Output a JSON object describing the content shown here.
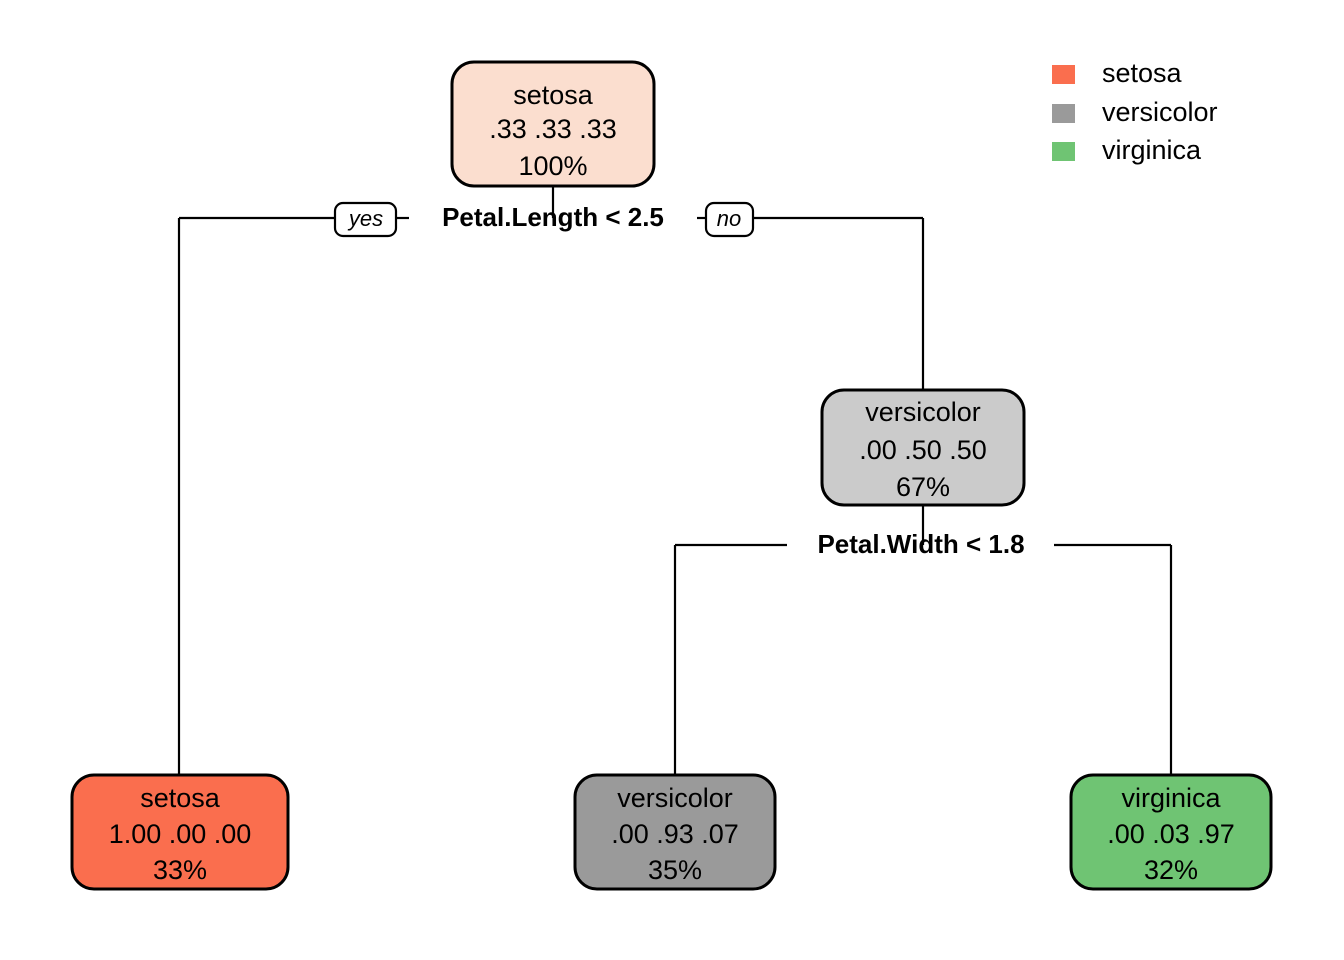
{
  "chart_data": {
    "type": "diagram",
    "diagram_kind": "decision-tree",
    "title": "",
    "background": "#ffffff",
    "class_names": [
      "setosa",
      "versicolor",
      "virginica"
    ],
    "legend": {
      "position": "top-right",
      "items": [
        {
          "label": "setosa",
          "color": "#FA6E4E"
        },
        {
          "label": "versicolor",
          "color": "#9A9A9A"
        },
        {
          "label": "virginica",
          "color": "#6FC473"
        }
      ]
    },
    "nodes": [
      {
        "id": "root",
        "kind": "internal",
        "predicted_class": "setosa",
        "probabilities": [
          " .33",
          ".33",
          ".33"
        ],
        "prob_line": ".33   .33   .33",
        "percent": "100%",
        "fill": "#FBDECF"
      },
      {
        "id": "setosa-leaf",
        "kind": "leaf",
        "predicted_class": "setosa",
        "probabilities": [
          "1.00",
          ".00",
          ".00"
        ],
        "prob_line": "1.00   .00   .00",
        "percent": "33%",
        "fill": "#FA6E4E"
      },
      {
        "id": "versicolor-internal",
        "kind": "internal",
        "predicted_class": "versicolor",
        "probabilities": [
          ".00",
          ".50",
          ".50"
        ],
        "prob_line": ".00  .50  .50",
        "percent": "67%",
        "fill": "#CBCBCB"
      },
      {
        "id": "versicolor-leaf",
        "kind": "leaf",
        "predicted_class": "versicolor",
        "probabilities": [
          ".00",
          ".93",
          ".07"
        ],
        "prob_line": ".00  .93  .07",
        "percent": "35%",
        "fill": "#9A9A9A"
      },
      {
        "id": "virginica-leaf",
        "kind": "leaf",
        "predicted_class": "virginica",
        "probabilities": [
          ".00",
          ".03",
          ".97"
        ],
        "prob_line": ".00  .03  .97",
        "percent": "32%",
        "fill": "#6FC473"
      }
    ],
    "splits": [
      {
        "id": "split-1",
        "label": "Petal.Length < 2.5",
        "yes_label": "yes",
        "no_label": "no",
        "yes_child": "setosa-leaf",
        "no_child": "versicolor-internal"
      },
      {
        "id": "split-2",
        "label": "Petal.Width < 1.8",
        "yes_label": "",
        "no_label": "",
        "yes_child": "versicolor-leaf",
        "no_child": "virginica-leaf"
      }
    ]
  },
  "root_node": {
    "class_label": "setosa",
    "prob_line": ".33   .33   .33",
    "percent": "100%"
  },
  "internal_node_versicolor": {
    "class_label": "versicolor",
    "prob_line": ".00  .50  .50",
    "percent": "67%"
  },
  "leaf_setosa": {
    "class_label": "setosa",
    "prob_line": "1.00   .00   .00",
    "percent": "33%"
  },
  "leaf_versicolor": {
    "class_label": "versicolor",
    "prob_line": ".00  .93  .07",
    "percent": "35%"
  },
  "leaf_virginica": {
    "class_label": "virginica",
    "prob_line": ".00  .03  .97",
    "percent": "32%"
  },
  "split_one": {
    "label": "Petal.Length < 2.5",
    "yes": "yes",
    "no": "no"
  },
  "split_two": {
    "label": "Petal.Width < 1.8"
  },
  "legend": {
    "setosa": "setosa",
    "versicolor": "versicolor",
    "virginica": "virginica"
  }
}
